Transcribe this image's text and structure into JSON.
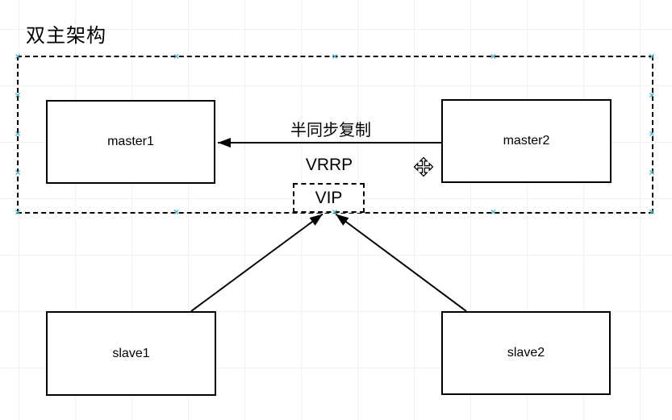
{
  "app": {
    "title_label": "双主架构"
  },
  "diagram": {
    "nodes": [
      {
        "id": "master1",
        "label": "master1",
        "shape": "rect-solid"
      },
      {
        "id": "master2",
        "label": "master2",
        "shape": "rect-solid"
      },
      {
        "id": "vip",
        "label": "VIP",
        "shape": "rect-dashed"
      },
      {
        "id": "slave1",
        "label": "slave1",
        "shape": "rect-solid"
      },
      {
        "id": "slave2",
        "label": "slave2",
        "shape": "rect-solid"
      }
    ],
    "labels": {
      "replication": "半同步复制",
      "vrrp": "VRRP"
    },
    "edges": [
      {
        "from": "master2",
        "to": "master1",
        "label": "半同步复制",
        "arrow": "into-master1"
      },
      {
        "from": "slave1",
        "to": "vip",
        "arrow": "into-vip"
      },
      {
        "from": "slave2",
        "to": "vip",
        "arrow": "into-vip"
      }
    ],
    "selection": {
      "style": "dashed-marquee",
      "handle_glyph": "×"
    }
  },
  "icons": {
    "move_cursor": "four-way-move-arrows"
  },
  "colors": {
    "stroke": "#000000",
    "node_fill": "#ffffff",
    "selection_handle": "#4ab5cf",
    "grid_line": "#f0f0f0",
    "background": "#ffffff"
  }
}
